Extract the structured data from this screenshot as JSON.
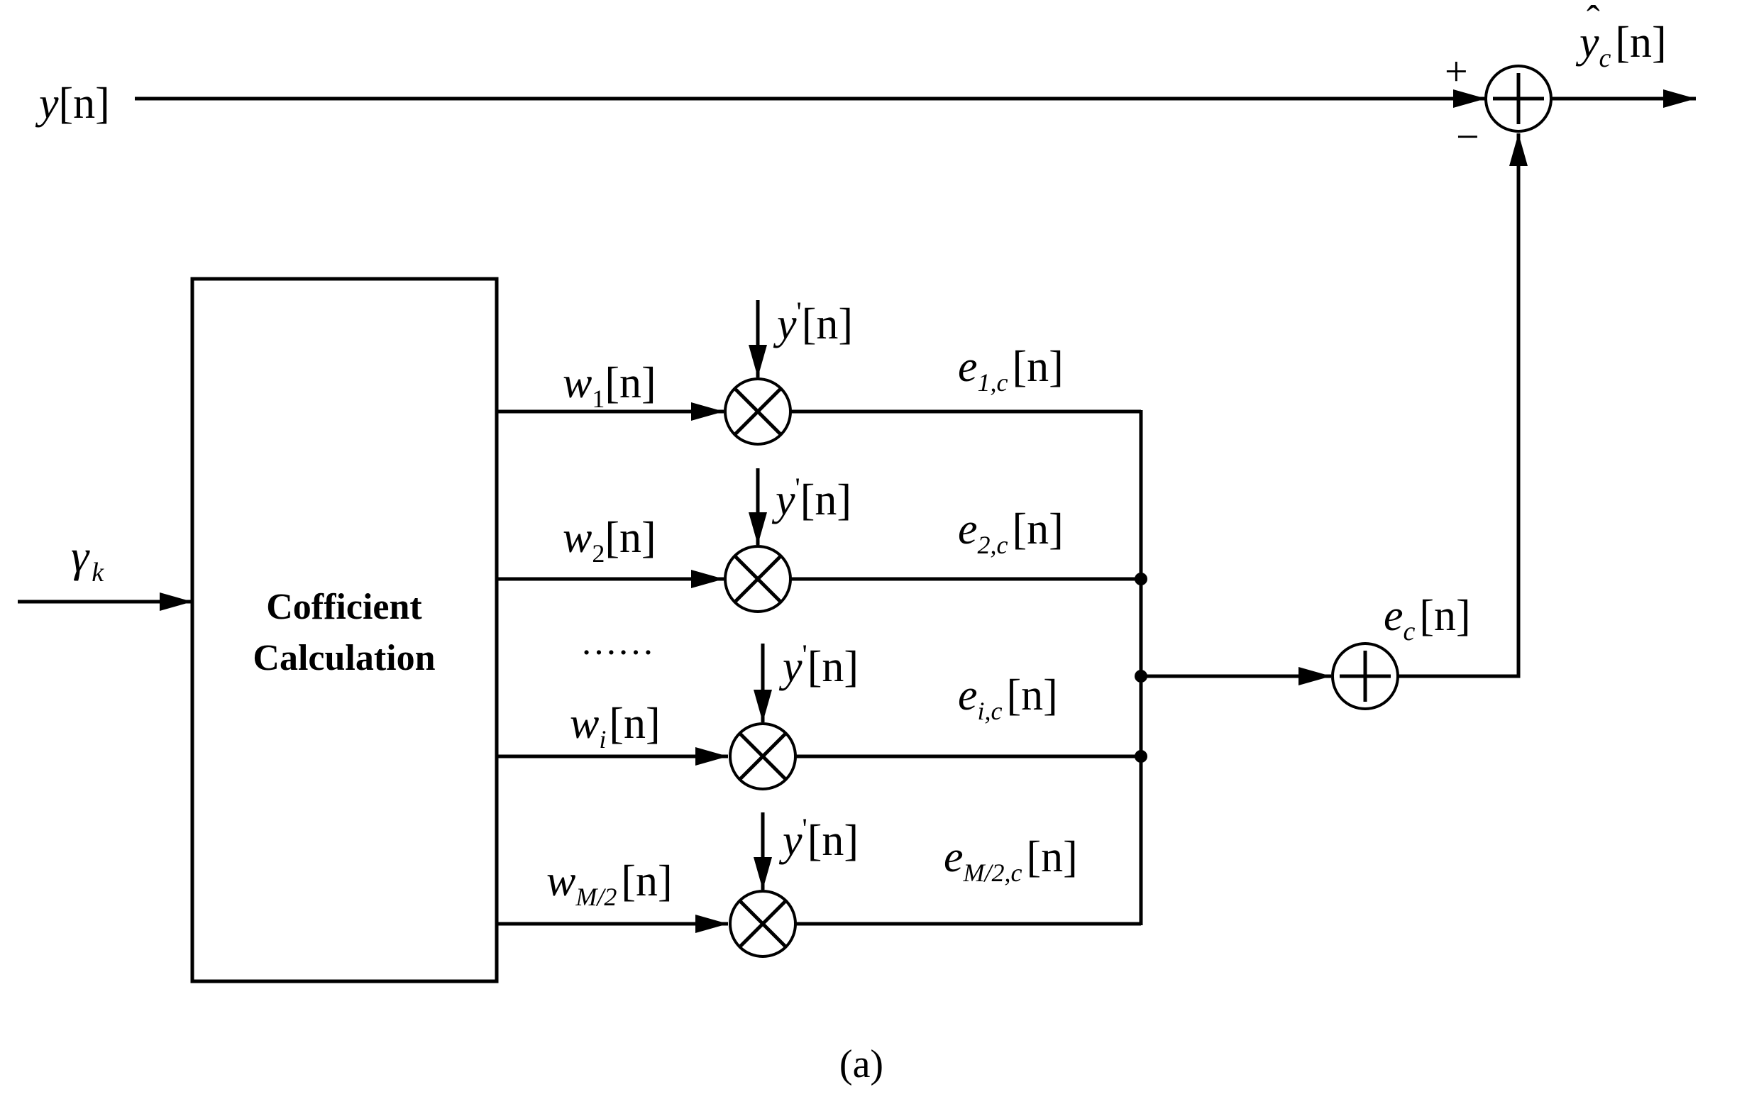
{
  "block": {
    "line1": "Cofficient",
    "line2": "Calculation"
  },
  "signals": {
    "input": {
      "main": "y",
      "arg": "[n]"
    },
    "output": {
      "hat": "ˆ",
      "main": "y",
      "sub": "c",
      "arg": "[n]"
    },
    "gamma": {
      "main": "γ",
      "sub": "k"
    },
    "error_sum": {
      "main": "e",
      "sub": "c",
      "arg": "[n]"
    },
    "plus_sign": "+",
    "minus_sign": "−",
    "ellipsis": "……"
  },
  "branches": [
    {
      "w_sub": "1",
      "e_sub": "1,c",
      "y_main": "y",
      "y_prime": "'",
      "arg": "[n]"
    },
    {
      "w_sub": "2",
      "e_sub": "2,c",
      "y_main": "y",
      "y_prime": "'",
      "arg": "[n]"
    },
    {
      "w_sub": "i",
      "e_sub": "i,c",
      "y_main": "y",
      "y_prime": "'",
      "arg": "[n]"
    },
    {
      "w_sub": "M/2",
      "e_sub": "M/2,c",
      "y_main": "y",
      "y_prime": "'",
      "arg": "[n]"
    }
  ],
  "w_symbol": "w",
  "e_symbol": "e",
  "caption": "(a)"
}
